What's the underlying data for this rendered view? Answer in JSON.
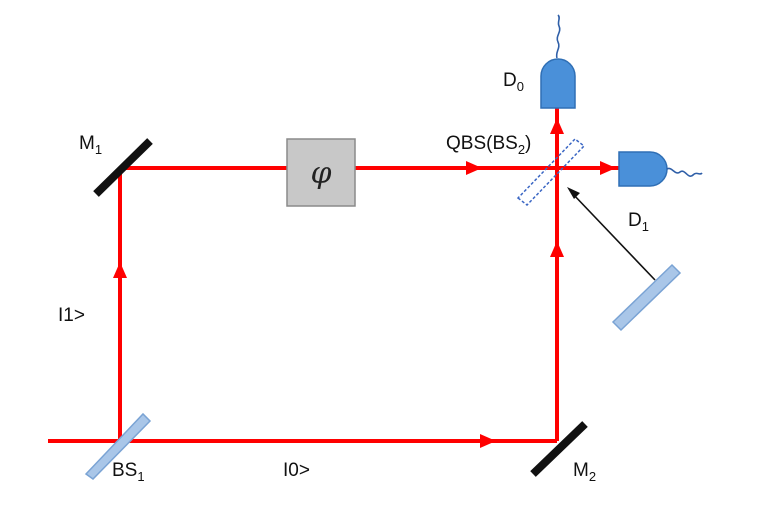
{
  "colors": {
    "beam": "#ff0000",
    "mirror": "#111111",
    "splitter_fill": "#a9c6e8",
    "splitter_stroke": "#7aa3d4",
    "detector": "#4a90d9",
    "detector_dark": "#2f6fb5",
    "phase_box": "#c8c8c8",
    "phase_border": "#8a8a8a",
    "pointer": "#111111"
  },
  "labels": {
    "m1": {
      "main": "M",
      "sub": "1"
    },
    "m2": {
      "main": "M",
      "sub": "2"
    },
    "bs1": {
      "main": "BS",
      "sub": "1"
    },
    "qbs": {
      "main": "QBS(BS",
      "sub": "2",
      "tail": ")"
    },
    "d0": {
      "main": "D",
      "sub": "0"
    },
    "d1": {
      "main": "D",
      "sub": "1"
    },
    "ket1": "I1>",
    "ket0": "I0>",
    "phase": "φ"
  },
  "icons": {
    "detector_top": "photodetector-icon",
    "detector_right": "photodetector-icon",
    "phase_shifter": "phase-shifter-icon",
    "mirror": "mirror-icon",
    "beam_splitter": "beam-splitter-icon"
  }
}
